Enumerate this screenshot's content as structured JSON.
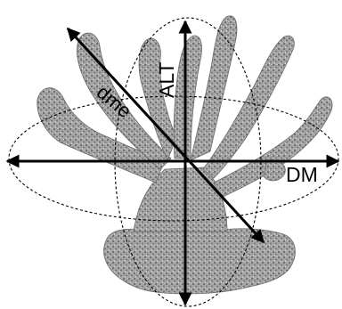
{
  "labels": {
    "alt": "ALT",
    "dme": "dme",
    "dm": "DM"
  },
  "colors": {
    "background": "#ffffff",
    "coral": "#9a9a9a",
    "coral_dark": "#5a5a5a",
    "ink": "#000000"
  },
  "icons": {
    "coral": "branching-coral-illustration",
    "arrows": "double-headed-arrow"
  }
}
